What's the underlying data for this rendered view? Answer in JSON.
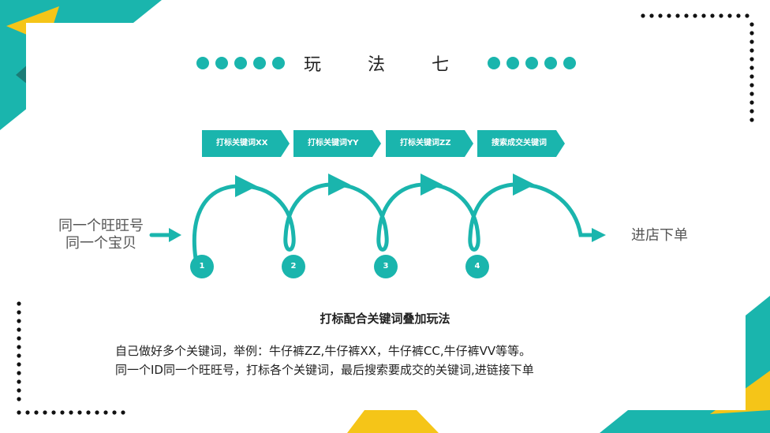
{
  "title": "玩 法 七",
  "steps": [
    {
      "label": "打标关键词XX",
      "number": "1"
    },
    {
      "label": "打标关键词YY",
      "number": "2"
    },
    {
      "label": "打标关键词ZZ",
      "number": "3"
    },
    {
      "label": "搜索成交关键词",
      "number": "4"
    }
  ],
  "left_text": [
    "同一个旺旺号",
    "同一个宝贝"
  ],
  "right_text": "进店下单",
  "subtitle": "打标配合关键词叠加玩法",
  "description": [
    "自己做好多个关键词，举例：牛仔裤ZZ,牛仔裤XX，牛仔裤CC,牛仔裤VV等等。",
    "同一个ID同一个旺旺号，打标各个关键词，最后搜索要成交的关键词,进链接下单"
  ],
  "colors": {
    "teal": "#1ab5ad",
    "yellow": "#f5c518",
    "dark_teal": "#1b7c76"
  }
}
